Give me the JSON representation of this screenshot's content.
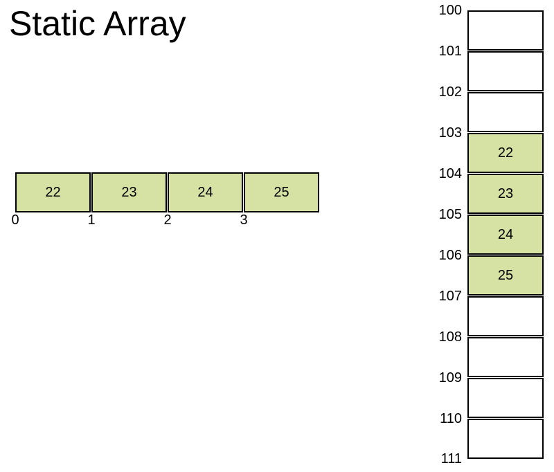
{
  "title": "Static Array",
  "colors": {
    "cell_fill": "#d6e2a4",
    "border": "#000000",
    "text": "#000000",
    "background": "#ffffff"
  },
  "array_view": {
    "values": [
      "22",
      "23",
      "24",
      "25"
    ],
    "index_labels": [
      "0",
      "1",
      "2",
      "3"
    ]
  },
  "memory_view": {
    "address_labels": [
      "100",
      "101",
      "102",
      "103",
      "104",
      "105",
      "106",
      "107",
      "108",
      "109",
      "110",
      "111"
    ],
    "cells": [
      {
        "value": "",
        "filled": false
      },
      {
        "value": "",
        "filled": false
      },
      {
        "value": "",
        "filled": false
      },
      {
        "value": "22",
        "filled": true
      },
      {
        "value": "23",
        "filled": true
      },
      {
        "value": "24",
        "filled": true
      },
      {
        "value": "25",
        "filled": true
      },
      {
        "value": "",
        "filled": false
      },
      {
        "value": "",
        "filled": false
      },
      {
        "value": "",
        "filled": false
      },
      {
        "value": "",
        "filled": false
      }
    ]
  }
}
